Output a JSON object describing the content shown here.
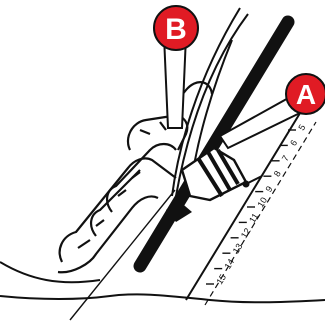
{
  "diagram": {
    "callouts": [
      {
        "id": "b",
        "label": "B",
        "color": "#e01b24"
      },
      {
        "id": "a",
        "label": "A",
        "color": "#e01b24"
      }
    ],
    "scale": {
      "marks": [
        "5",
        "6",
        "7",
        "8",
        "9",
        "10",
        "11",
        "12",
        "13",
        "14",
        "15"
      ]
    },
    "colors": {
      "ink": "#111111",
      "callout_fill": "#e01b24",
      "callout_text": "#ffffff"
    }
  }
}
